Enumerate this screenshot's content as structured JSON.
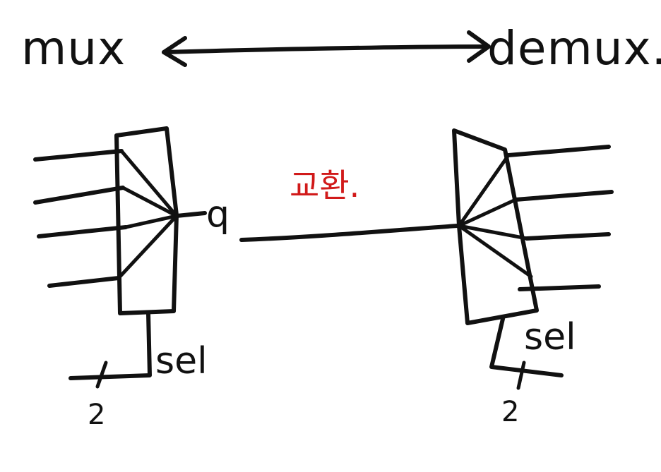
{
  "title_left": "mux",
  "title_right": "demux.",
  "mux": {
    "output_label": "q",
    "select_label": "sel",
    "select_width": "2"
  },
  "demux": {
    "select_label": "sel",
    "select_width": "2"
  },
  "channel_note": "교환.",
  "colors": {
    "ink": "#111111",
    "note": "#d11a1a",
    "background": "#ffffff"
  }
}
